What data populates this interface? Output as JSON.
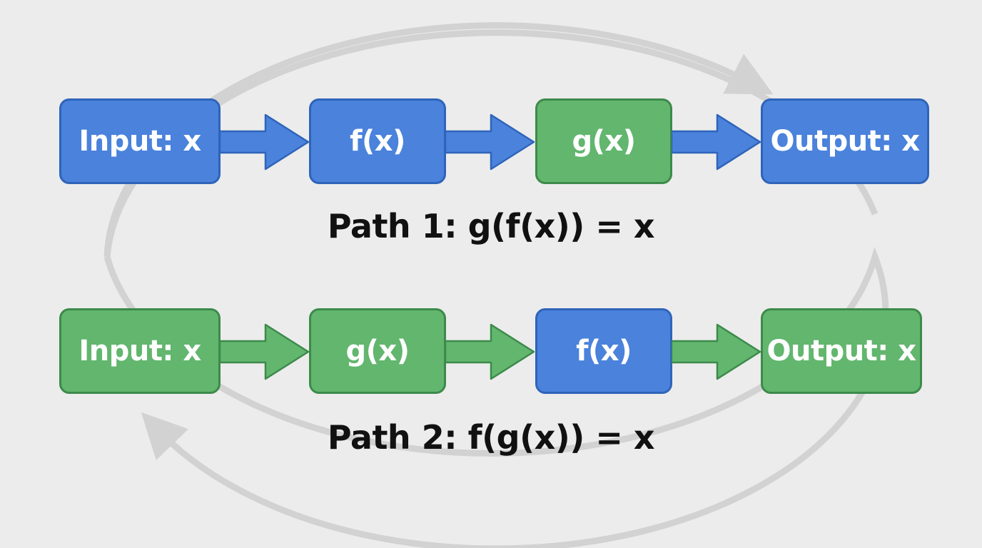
{
  "colors": {
    "blue": "#4a82dc",
    "blue_border": "#2f64b9",
    "green": "#62b66e",
    "green_border": "#3d8a4b",
    "cycle_arrow": "#d2d2d2",
    "background": "#ececec"
  },
  "path1": {
    "nodes": [
      "Input: x",
      "f(x)",
      "g(x)",
      "Output: x"
    ],
    "node_colors": [
      "blue",
      "blue",
      "green",
      "blue"
    ],
    "connector_color": "blue",
    "caption": "Path 1: g(f(x)) = x"
  },
  "path2": {
    "nodes": [
      "Input: x",
      "g(x)",
      "f(x)",
      "Output: x"
    ],
    "node_colors": [
      "green",
      "green",
      "blue",
      "green"
    ],
    "connector_color": "green",
    "caption": "Path 2: f(g(x)) = x"
  }
}
